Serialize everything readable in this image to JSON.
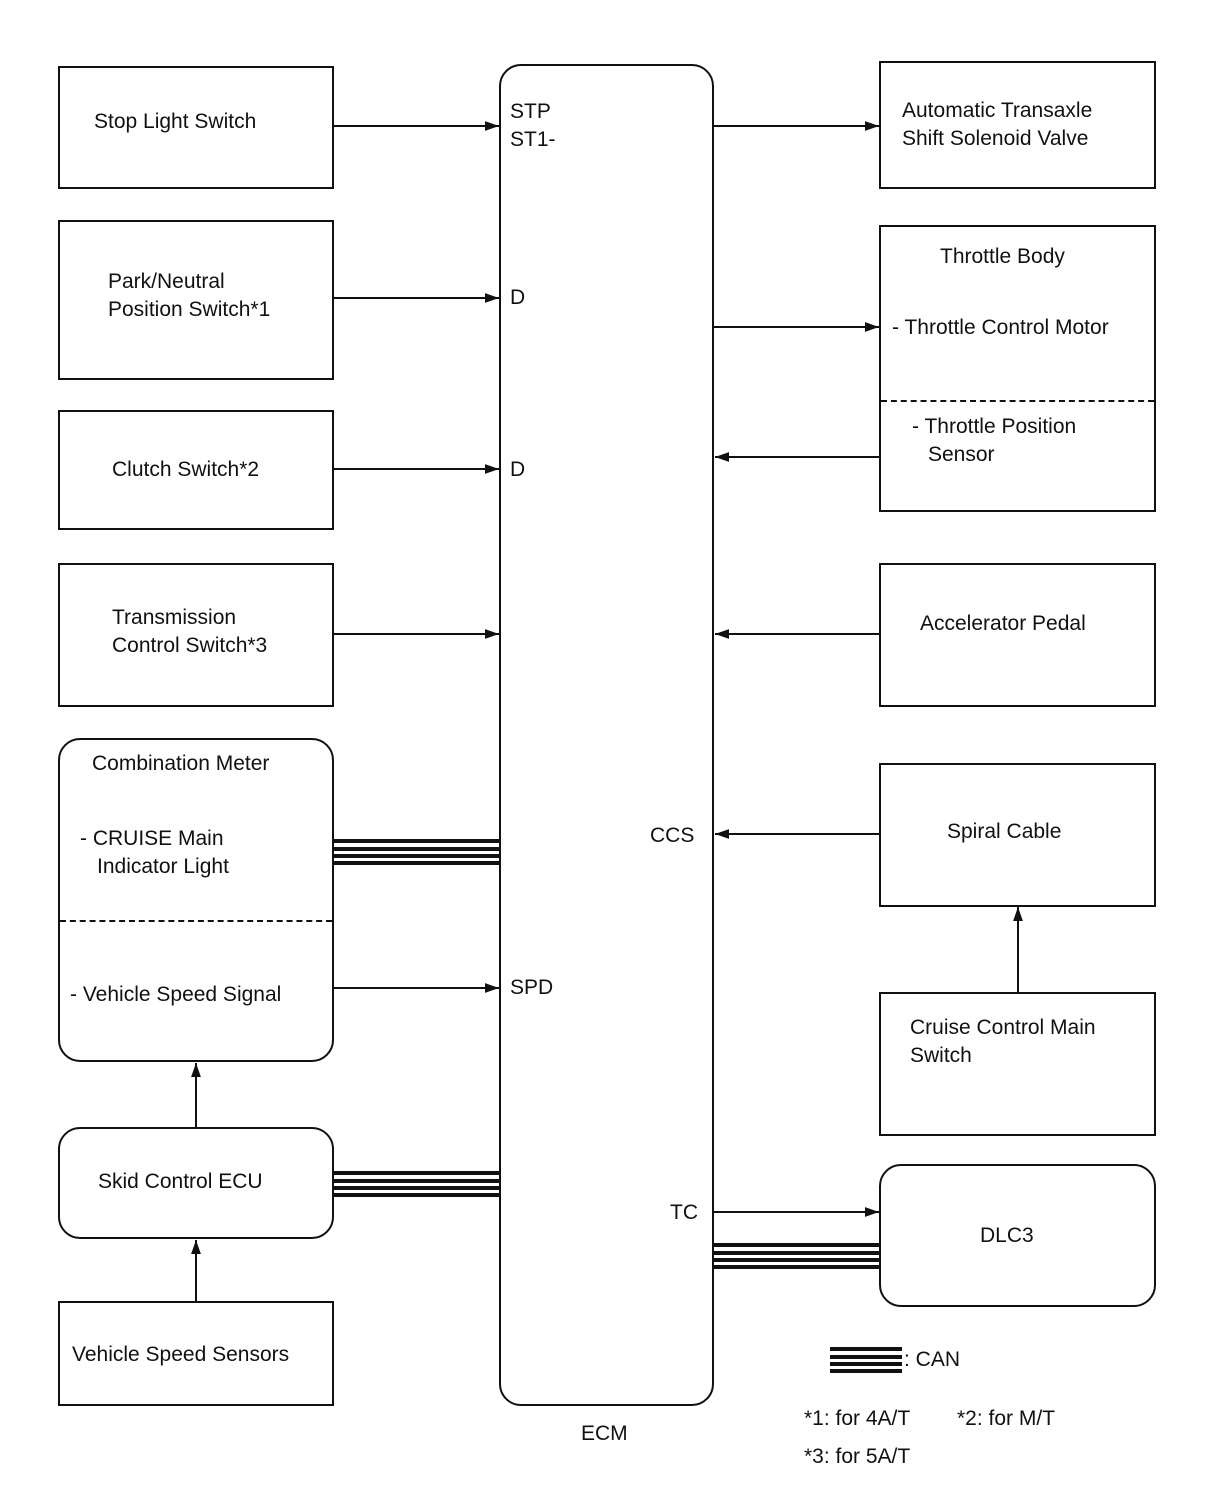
{
  "ecm": {
    "label": "ECM",
    "pins": {
      "stp": "STP",
      "st1": "ST1-",
      "d1": "D",
      "d2": "D",
      "ccs": "CCS",
      "spd": "SPD",
      "tc": "TC"
    }
  },
  "left": {
    "stop_light_switch": "Stop Light Switch",
    "park_neutral_line1": "Park/Neutral",
    "park_neutral_line2": "Position Switch*1",
    "clutch_switch": "Clutch Switch*2",
    "transmission_line1": "Transmission",
    "transmission_line2": "Control Switch*3",
    "combination_meter": {
      "title": "Combination Meter",
      "cruise_line1": "- CRUISE Main",
      "cruise_line2": "Indicator Light",
      "speed_signal": "- Vehicle Speed Signal"
    },
    "skid_control_ecu": "Skid Control ECU",
    "vehicle_speed_sensors": "Vehicle Speed Sensors"
  },
  "right": {
    "shift_solenoid_line1": "Automatic Transaxle",
    "shift_solenoid_line2": "Shift Solenoid Valve",
    "throttle_body": {
      "title": "Throttle Body",
      "motor": "- Throttle Control Motor",
      "sensor_line1": "- Throttle Position",
      "sensor_line2": "Sensor"
    },
    "accelerator_pedal": "Accelerator Pedal",
    "spiral_cable": "Spiral Cable",
    "cruise_main_line1": "Cruise Control Main",
    "cruise_main_line2": "Switch",
    "dlc3": "DLC3"
  },
  "legend": {
    "can": ": CAN",
    "note1": "*1: for 4A/T",
    "note2": "*2: for M/T",
    "note3": "*3: for 5A/T"
  }
}
